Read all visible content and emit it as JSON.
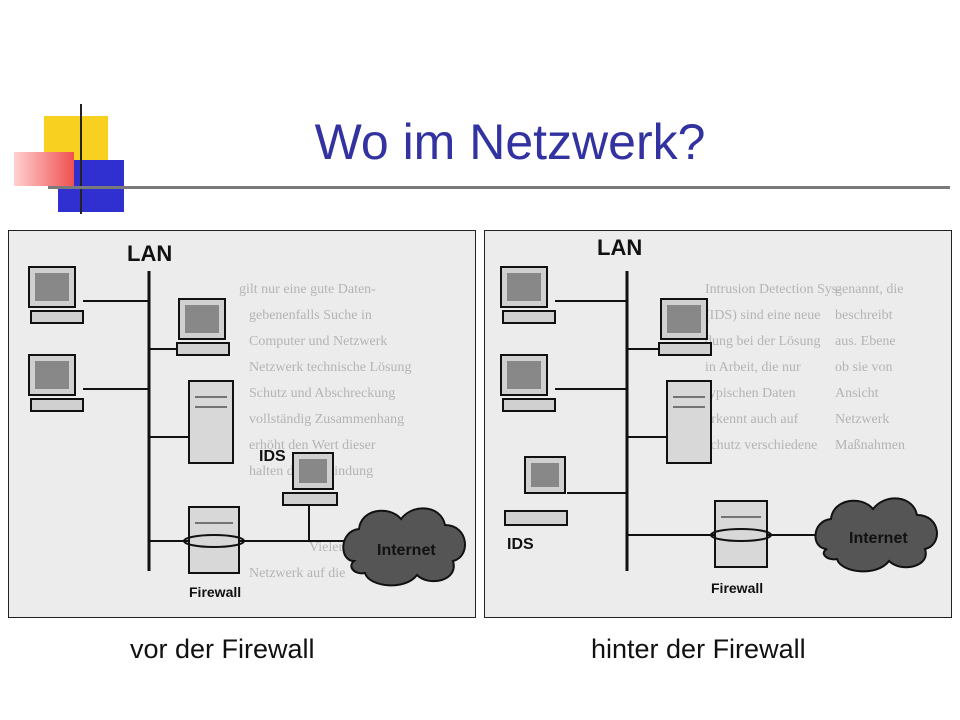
{
  "slide": {
    "title": "Wo im Netzwerk?"
  },
  "diagrams": [
    {
      "caption": "vor der Firewall",
      "lan_label": "LAN",
      "ids_label": "IDS",
      "firewall_label": "Firewall",
      "cloud_label": "Internet"
    },
    {
      "caption": "hinter der Firewall",
      "lan_label": "LAN",
      "ids_label": "IDS",
      "firewall_label": "Firewall",
      "cloud_label": "Internet"
    }
  ],
  "colors": {
    "title": "#3232a0",
    "deco_yellow": "#f8d020",
    "deco_red": "#f05050",
    "deco_blue": "#3030d0",
    "rule": "#7a7a7a"
  }
}
